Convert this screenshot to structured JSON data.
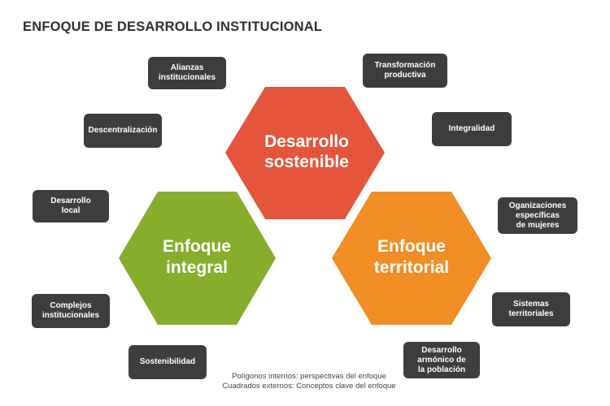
{
  "title": "ENFOQUE DE DESARROLLO INSTITUCIONAL",
  "colors": {
    "sostenible": "#e4553b",
    "integral": "#86ad2c",
    "territorial": "#f08d25",
    "box_bg": "#3d3d3d",
    "title_text": "#2f2f2f"
  },
  "hexagons": {
    "sostenible": {
      "line1": "Desarrollo",
      "line2": "sostenible"
    },
    "integral": {
      "line1": "Enfoque",
      "line2": "integral"
    },
    "territorial": {
      "line1": "Enfoque",
      "line2": "territorial"
    }
  },
  "boxes": {
    "alianzas": "Alianzas\ninstitucionales",
    "transformacion": "Transformación\nproductiva",
    "descentralizacion": "Descentralización",
    "integralidad": "Integralidad",
    "desarrollo_local": "Desarrollo\nlocal",
    "organizaciones": "Oganizaciones\nespecíficas\nde mujeres",
    "complejos": "Complejos\ninstitucionales",
    "sistemas": "Sistemas\nterritoriales",
    "sostenibilidad": "Sostenibilidad",
    "desarrollo_armonico": "Desarrollo\narmónico de\nla población"
  },
  "note": {
    "line1": "Polígonos internos: perspectivas del enfoque",
    "line2": "Cuadrados externos: Conceptos clave del enfoque"
  }
}
